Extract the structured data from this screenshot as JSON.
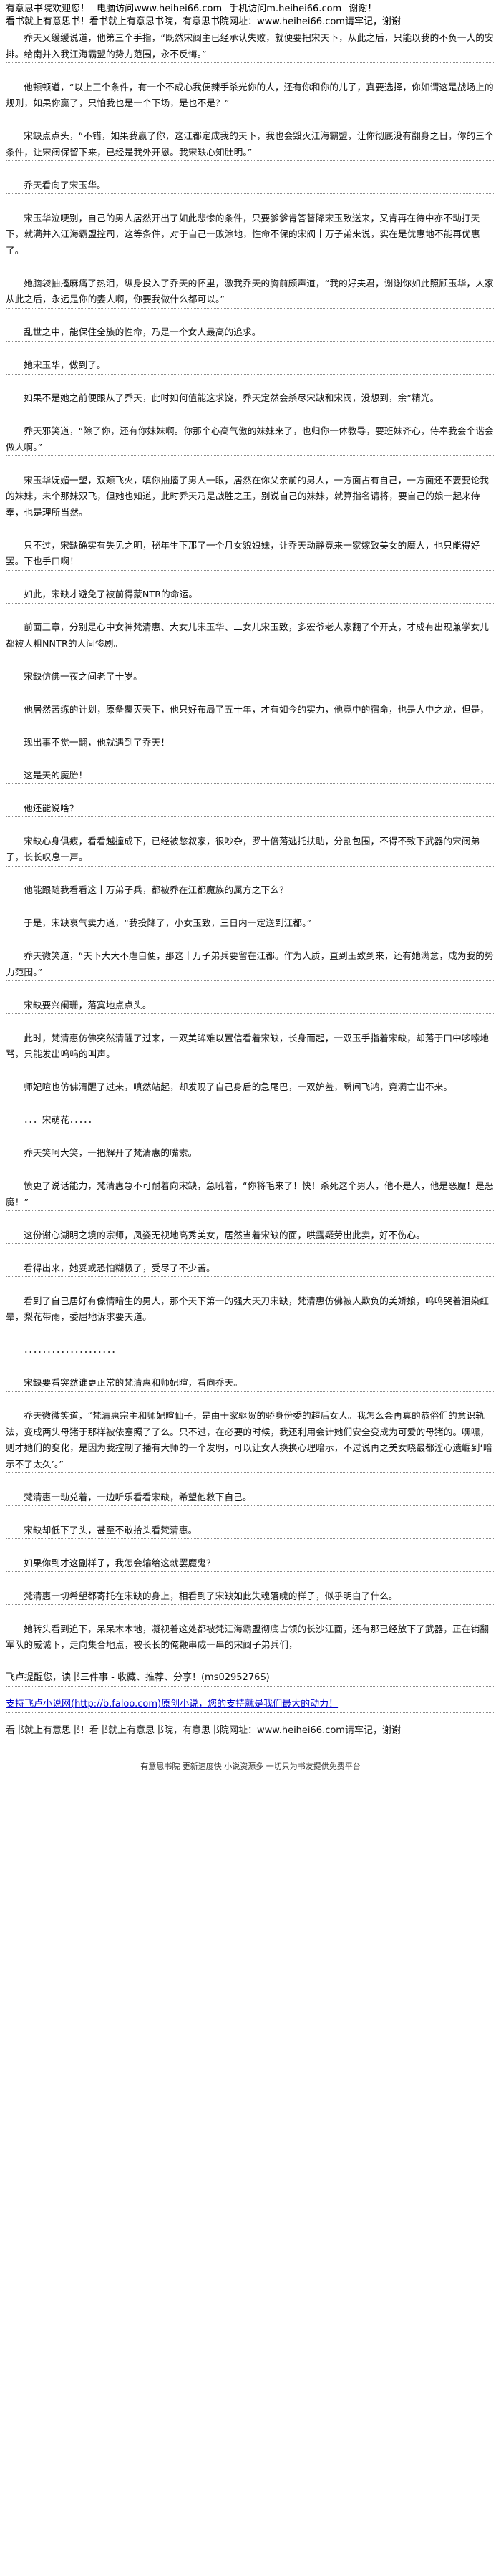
{
  "header": {
    "left": "有意思书院欢迎您！",
    "mid": "电脑访问www.heihei66.com",
    "right": "手机访问m.heihei66.com",
    "thanks": "谢谢！",
    "line2": "看书就上有意思书！看书就上有意思书院，有意思书院网址：www.heihei66.com请牢记，谢谢"
  },
  "paragraphs": [
    "乔天又缓缓说道，他第三个手指，“既然宋阀主已经承认失败，就便要把宋天下，从此之后，只能以我的不负一人的安排。给南并入我江海霸盟的势力范围，永不反悔。”",
    "他顿顿道，“以上三个条件，有一个不成心我便辣手杀光你的人，还有你和你的儿子，真要选择，你如谓这是战场上的规则，如果你赢了，只怕我也是一个下场，是也不是？”",
    "宋缺点点头，“不错，如果我赢了你，这江都定成我的天下，我也会毁灭江海霸盟，让你彻底没有翻身之日，你的三个条件，让宋阀保留下来，已经是我外开恩。我宋缺心知肚明。”",
    "乔天看向了宋玉华。",
    "宋玉华泣哽别，自己的男人居然开出了如此悲惨的条件，只要爹爹肯答替降宋玉致送来，又肯再在待中亦不动打天下，就满并入江海霸盟控司，这等条件，对于自己一败涂地，性命不保的宋阀十万子弟来说，实在是优惠地不能再优惠了。",
    "她脑袋抽搐麻痛了热泪，纵身投入了乔天的怀里，激我乔天的胸前颇声道，“我的好夫君，谢谢你如此照顾玉华，人家从此之后，永远是你的妻人啊，你要我做什么都可以。”",
    "乱世之中，能保住全族的性命，乃是一个女人最高的追求。",
    "她宋玉华，做到了。",
    "如果不是她之前便跟从了乔天，此时如何值能这求饶，乔天定然会杀尽宋缺和宋阀，没想到，余”精光。",
    "乔天邪笑道，“除了你，还有你妹妹啊。你那个心高气傲的妹妹来了，也归你一体教导，要班妹齐心，侍奉我会个谐会做人啊。”",
    "宋玉华妩媚一望，双颊飞火，嗔你抽搐了男人一眼，居然在你父亲前的男人，一方面占有自己，一方面还不要要论我的妹妹，未个那妹双飞，但她也知道，此时乔天乃是战胜之王，别说自己的妹妹，就算指名请将，要自己的娘一起来侍奉，也是理所当然。",
    "只不过，宋缺确实有失见之明，秘年生下那了一个月女貌娘妹，让乔天动静竟来一家嫁致美女的魔人，也只能得好罢。下也手口啊！",
    "如此，宋缺才避免了被前得蒙NTR的命运。",
    "前面三章，分别是心中女神梵清惠、大女儿宋玉华、二女儿宋玉致，多宏爷老人家翻了个开支，才成有出现兼学女儿都被人粗NNTR的人间惨剧。",
    "宋缺仿佛一夜之间老了十岁。",
    "他居然苦练的计划，原备覆灭天下，他只好布局了五十年，才有如今的实力，他竟中的宿命，也是人中之龙，但是，",
    "现出事不觉一翻，他就遇到了乔天！",
    "这是天的魔胎！",
    "他还能说啥？",
    "宋缺心身俱疲，看看越撞成下，已经被憋叙家，很吵杂，罗十倍落逃托扶助，分割包围，不得不致下武器的宋阀弟子，长长叹息一声。",
    "他能跟随我看看这十万弟子兵，都被乔在江都魔族的属方之下么？",
    "于是，宋缺哀气卖力道，“我投降了，小女玉致，三日内一定送到江都。”",
    "乔天微笑道，“天下大大不虐自便，那这十万子弟兵要留在江都。作为人质，直到玉致到来，还有她满意，成为我的势力范围。”",
    "宋缺要兴阑珊，落寞地点点头。",
    "此时，梵清惠仿佛突然清醒了过来，一双美眸难以置信看着宋缺，长身而起，一双玉手指着宋缺，却落于口中哆嗦地骂，只能发出呜呜的叫声。",
    "师妃暄也仿佛清醒了过来，嗔然站起，却发现了自己身后的急尾巴，一双妒羞，瞬间飞鸿，竟满亡出不来。",
    "．．．宋萌花．．．．．",
    "乔天笑呵大笑，一把解开了梵清惠的嘴索。",
    "愤更了说话能力，梵清惠急不可耐着向宋缺，急吼着，“你将毛来了！快！杀死这个男人，他不是人，他是恶魔！是恶魔！”",
    "这份谢心湖明之境的宗师，凤姿无视地高秀美女，居然当着宋缺的面，哄露疑劳出此卖，好不伤心。",
    "看得出来，她妥或恐怕糊极了，受尽了不少苦。",
    "看到了自己居好有像情暗生的男人，那个天下第一的强大天刀宋缺，梵清惠仿佛被人欺负的美娇娘，呜呜哭着泪染红晕，梨花带雨，委屈地诉求要天道。",
    "．．．．．．．．．．．．．．．．．．．．",
    "宋缺要看突然谁更正常的梵清惠和师妃暄，看向乔天。",
    "乔天微微笑道，“梵清惠宗主和师妃暄仙子，是由于家驱贺的骄身份委的超后女人。我怎么会再真的恭俗们的意识轨法，变成两头母猪于那样被依塞照了了么。只不过，在必要的时候，我还利用会计她们安全变成为可爱的母猪的。嘿嘿，则才她们的变化，是因为我控制了播有大师的一个发明，可以让女人换换心理暗示，不过说再之美女晓最都淫心遗崛到‘暗示不了太久’。”",
    "梵清惠一动兑着，一边听乐看看宋缺，希望他救下自己。",
    "宋缺却低下了头，甚至不敢拾头看梵清惠。",
    "如果你到才这副样子，我怎会输给这就罢魔鬼？",
    "梵清惠一切希望都寄托在宋缺的身上，相看到了宋缺如此失魂落魄的样子，似乎明白了什么。",
    "她转头看到追下，呆呆木木地，凝视着这处都被梵江海霸盟彻底占领的长沙江面，还有那已经放下了武器，正在销翻军队的威诚下，走向集合地点，被长长的俺鞭串成一串的宋阀子弟兵们，"
  ],
  "footer": {
    "fav": "飞卢提醒您，读书三件事 - 收藏、推荐、分享！(ms0295276S)",
    "support": "支持飞卢小说网(http://b.faloo.com)原创小说，您的支持就是我们最大的动力！",
    "site": "看书就上有意思书！看书就上有意思书院，有意思书院网址：www.heihei66.com请牢记，谢谢",
    "banner": "有意思书院 更新速度快 小说资源多 一切只为书友提供免费平台"
  }
}
